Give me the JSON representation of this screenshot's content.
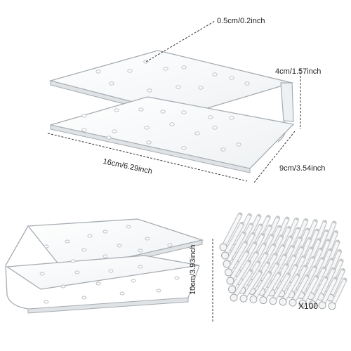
{
  "dimensions": {
    "thickness": "0.5cm/0.2inch",
    "height": "4cm/1.57inch",
    "length": "16cm/6.29inch",
    "depth": "9cm/3.54inch",
    "stick_length": "10cm/3.93inch"
  },
  "quantity": "X100",
  "colors": {
    "acrylic_edge": "#9aa0a6",
    "stick_fill": "#f4f4f4",
    "dashed_line": "#333333"
  }
}
